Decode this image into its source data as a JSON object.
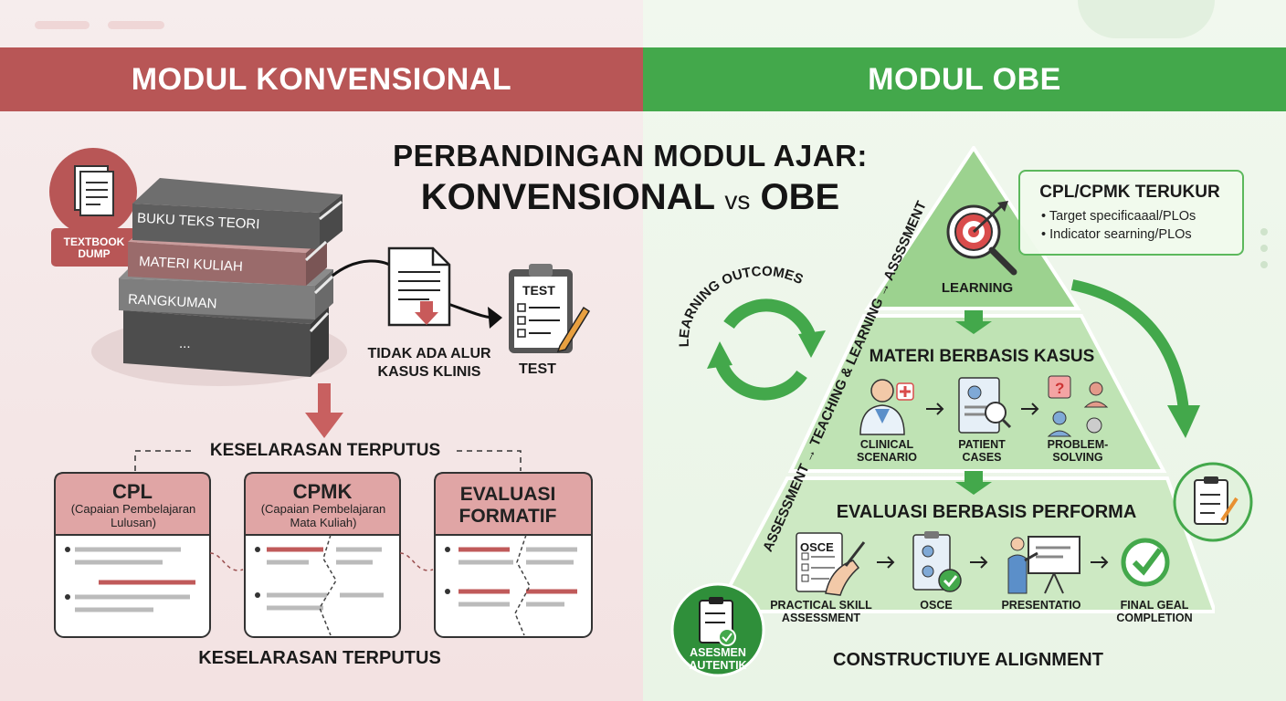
{
  "title": {
    "line1": "PERBANDINGAN MODUL AJAR:",
    "line2a": "KONVENSIONAL",
    "line2b": "vs",
    "line2c": "OBE"
  },
  "left": {
    "banner": "MODUL KONVENSIONAL",
    "badge": "TEXTBOOK DUMP",
    "books": [
      "BUKU TEKS TEORI",
      "MATERI KULIAH",
      "RANGKUMAN",
      "..."
    ],
    "no_flow": "TIDAK ADA ALUR KASUS KLINIS",
    "test_sheet": "TEST",
    "test_label": "TEST",
    "disconnect_top": "KESELARASAN TERPUTUS",
    "cards": [
      {
        "title": "CPL",
        "subtitle": "(Capaian Pembelajaran Lulusan)"
      },
      {
        "title": "CPMK",
        "subtitle": "(Capaian Pembelajaran Mata Kuliah)"
      },
      {
        "title": "EVALUASI FORMATIF",
        "subtitle": ""
      }
    ],
    "disconnect_bottom": "KESELARASAN TERPUTUS"
  },
  "right": {
    "banner": "MODUL OBE",
    "cycle_label": "LEARNING OUTCOMES",
    "side_arrow_text": "ASSESSMENT → TEACHING & LEARNING → ASSSSMENT",
    "cpl_box": {
      "title": "CPL/CPMK TERUKUR",
      "items": [
        "Target specificaaal/PLOs",
        "Indicator searning/PLOs"
      ]
    },
    "top_label": "LEARNING",
    "middle": {
      "title": "MATERI BERBASIS KASUS",
      "items": [
        "CLINICAL SCENARIO",
        "PATIENT CASES",
        "PROBLEM-SOLVING"
      ]
    },
    "bottom": {
      "title": "EVALUASI BERBASIS PERFORMA",
      "items": [
        "PRACTICAL SKILL ASSESSMENT",
        "OSCE",
        "PRESENTATIO",
        "FINAL GEAL COMPLETION"
      ]
    },
    "osce_sheet": "OSCE",
    "badge": "ASESMEN AUTENTIK",
    "footer": "CONSTRUCTIUYE ALIGNMENT"
  },
  "colors": {
    "red": "#b85656",
    "green": "#43a84b"
  }
}
